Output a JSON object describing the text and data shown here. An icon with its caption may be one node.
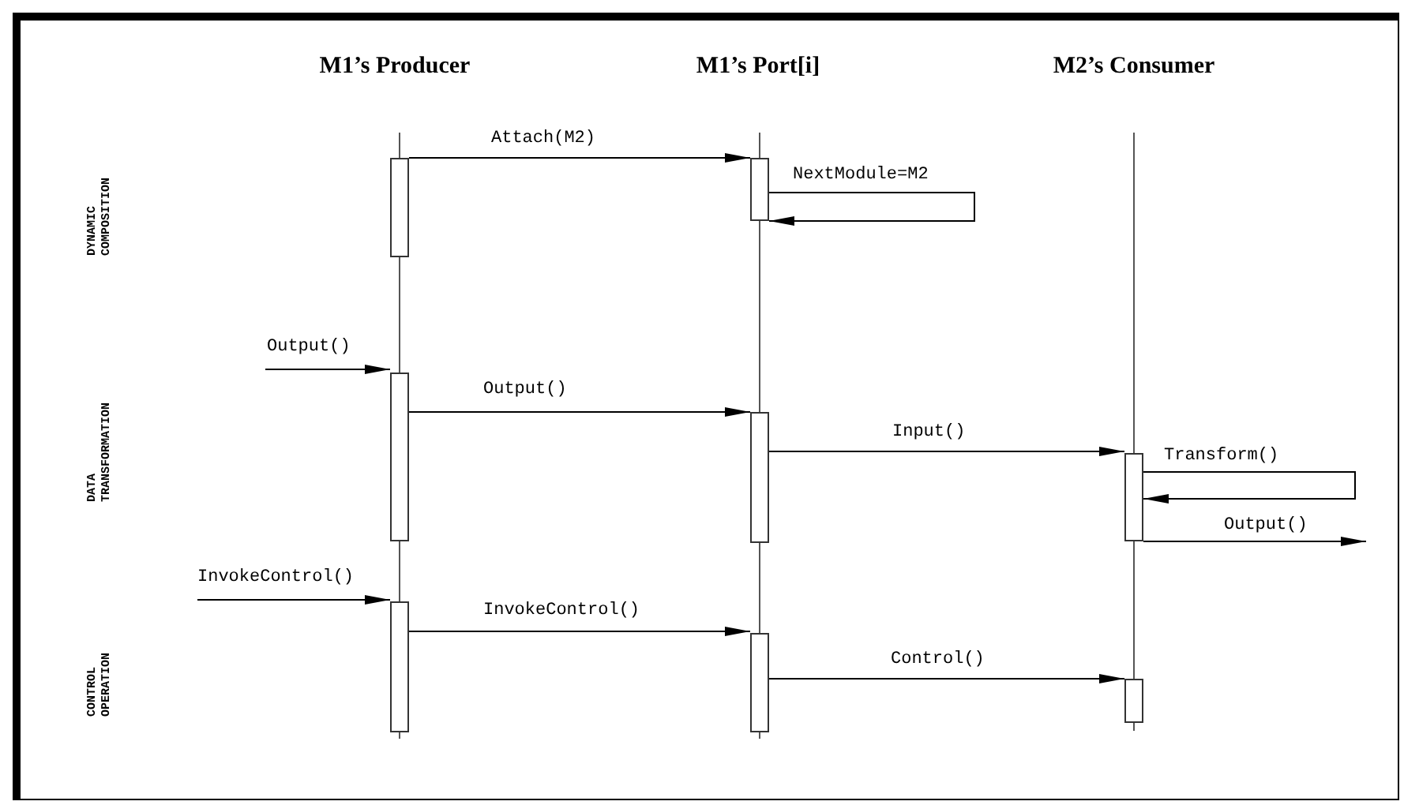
{
  "diagram": {
    "nodes": [
      {
        "text": [],
        "shape": "bar"
      },
      {
        "text": [],
        "shape": "bar"
      },
      {
        "text": [],
        "shape": "bar"
      },
      {
        "text": [],
        "shape": "bar"
      },
      {
        "text": [],
        "shape": "bar"
      },
      {
        "text": [],
        "shape": "bar"
      },
      {
        "text": [],
        "shape": "bar"
      },
      {
        "text": [],
        "shape": "bar"
      }
    ],
    "edges": [
      {
        "from": 0,
        "to": 1,
        "arrow": "to",
        "label": "Attach(M2)"
      },
      {
        "from": 1,
        "to": 1,
        "arrow": "to",
        "label": "NextModule=M2"
      },
      {
        "from": null,
        "to": 2,
        "arrow": "to",
        "label": "Output()"
      },
      {
        "from": 2,
        "to": 3,
        "arrow": "to",
        "label": "Output()"
      },
      {
        "from": 3,
        "to": 4,
        "arrow": "to",
        "label": "Input()"
      },
      {
        "from": 4,
        "to": 4,
        "arrow": "to",
        "label": "Transform()"
      },
      {
        "from": 4,
        "to": null,
        "arrow": "to",
        "label": "Output()"
      },
      {
        "from": null,
        "to": 5,
        "arrow": "to",
        "label": "InvokeControl()"
      },
      {
        "from": 5,
        "to": 6,
        "arrow": "to",
        "label": "InvokeControl()"
      },
      {
        "from": 6,
        "to": 7,
        "arrow": "to",
        "label": "Control()"
      }
    ],
    "labels": [
      "M1’s Producer",
      "M1’s Port[i]",
      "M2’s Consumer",
      "DYNAMIC COMPOSITION",
      "DATA TRANSFORMATION",
      "CONTROL OPERATION"
    ]
  }
}
